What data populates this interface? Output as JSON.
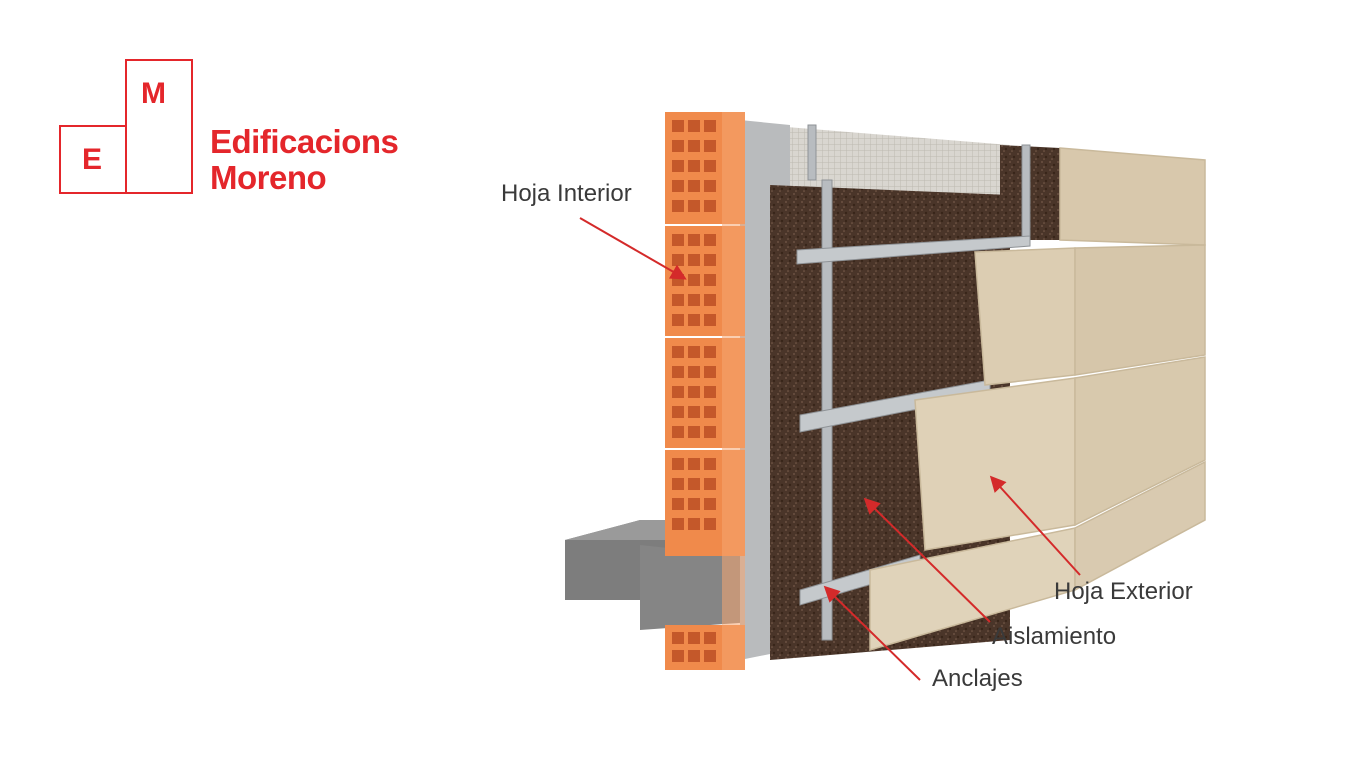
{
  "logo": {
    "letter_e": "E",
    "letter_m": "M",
    "line1": "Edificacions",
    "line2": "Moreno",
    "color": "#e4262b"
  },
  "diagram": {
    "labels": {
      "hoja_interior": "Hoja Interior",
      "hoja_exterior": "Hoja Exterior",
      "aislamiento": "Aislamiento",
      "anclajes": "Anclajes"
    },
    "colors": {
      "brick": "#f08a4b",
      "insulation": "#4a3529",
      "panel": "#dccdb2",
      "slab": "#8f8f8f",
      "rail": "#b8bcc0",
      "arrow": "#d42a2a"
    }
  }
}
